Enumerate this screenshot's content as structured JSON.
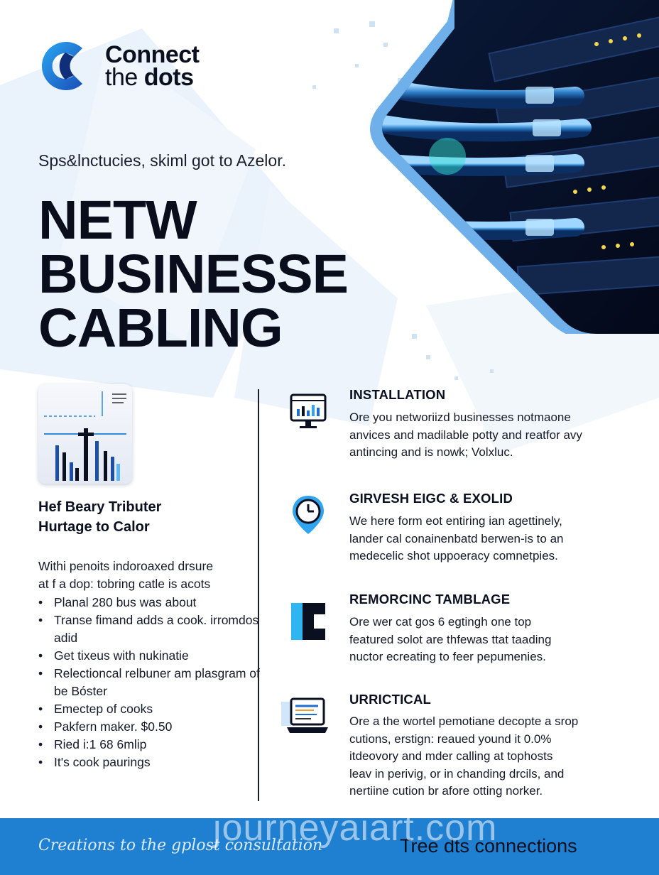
{
  "brand": {
    "name_line1": "Connect",
    "name_line2_light": "the",
    "name_line2_bold": "dots",
    "logo_icon": "c-letter-logo-icon",
    "accent": "#1f7fd0",
    "dark": "#0a0e1c"
  },
  "tagline": "Sps&lnctucies, skiml got to Azelor.",
  "headline": {
    "line1": "NETW",
    "line2": "BUSINESSE",
    "line3": "CABLING"
  },
  "hero_image": "server-rack-network-cables-photo",
  "left_column": {
    "chart_icon": "bar-chart-icon",
    "title_line1": "Hef Beary Tributer",
    "title_line2": "Hurtage to Calor",
    "intro_line1": "Withi penoits indoroaxed drsure",
    "intro_line2": "at f a dop: tobring catle is acots",
    "items": [
      {
        "text": "Planal 280 bus was about"
      },
      {
        "text": "Transe fimand adds a cook. irromdos adid"
      },
      {
        "text": "Get tixeus with nukinatie"
      },
      {
        "text": "Relectioncal relbuner am plasgram of be Bóster"
      },
      {
        "text": "Emectep of cooks"
      },
      {
        "text": "Pakfern maker. $0.50"
      },
      {
        "text": "Ried i:1 68 6mlip"
      },
      {
        "text": "It's cook paurings"
      }
    ]
  },
  "features": [
    {
      "icon": "monitor-chart-icon",
      "title": "INSTALLATION",
      "lines": [
        "Ore you networiizd businesses notmaone",
        "anvices and madilable potty and reatfor avy",
        "antincing and is nowk; Volxluc."
      ]
    },
    {
      "icon": "clock-pin-icon",
      "title": "GIRVESH EIGC & EXOLID",
      "lines": [
        "We here form eot entiring ian agettinely,",
        "lander cal conainenbatd berwen-is to an",
        "medecelic shot uppoeracy comnetpies."
      ]
    },
    {
      "icon": "c-block-icon",
      "title": "REMORCINC TAMBLAGE",
      "lines": [
        "Ore wer cat gos 6 egtingh one top",
        "featured solot are thfewas ttat taading",
        "nuctor ecreating to feer pepumenies."
      ]
    },
    {
      "icon": "laptop-icon",
      "title": "URRICTICAL",
      "lines": [
        "Ore a the wortel pemotiane decopte a srop",
        "cutions, erstign: reaued yound it 0.0%",
        "itdeovory and mder calling at tophosts",
        "leav in perivig, or in chanding drcils, and",
        "nertiine cution br afore otting norker."
      ]
    }
  ],
  "footer": {
    "left_script": "Creations to the gplost consultation",
    "right_text": "Tree dts connections",
    "watermark": "journeyaiart.com"
  }
}
